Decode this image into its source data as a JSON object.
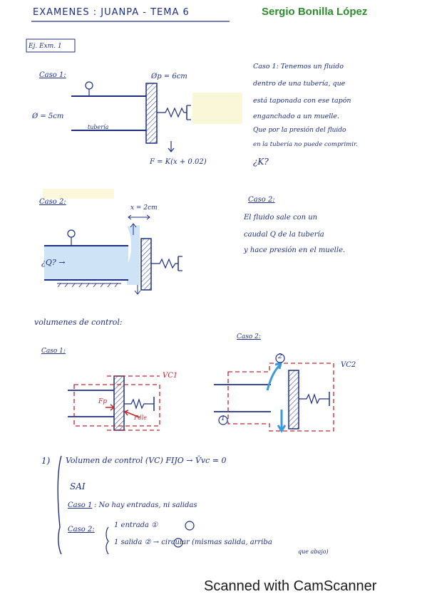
{
  "header": {
    "title": "EXAMENES : JUANPA  -  TEMA 6",
    "author": "Sergio Bonilla López",
    "exercise_tag": "Ej. Exm. 1"
  },
  "caso1": {
    "label": "Caso 1:",
    "diameter_piston": "Øp = 6cm",
    "diameter_pipe": "Ø = 5cm",
    "pipe_label": "tubería",
    "force": "F = K(x + 0.02)",
    "text_lines": [
      "Caso 1:  Tenemos un fluido",
      "dentro de una tubería, que",
      "está taponada con ese tapón",
      "enganchado a un muelle.",
      "Que por la presión del fluido",
      "en la tubería no puede comprimir.",
      "¿K?"
    ]
  },
  "caso2": {
    "label": "Caso 2:",
    "displacement": "x = 2cm",
    "flow": "¿Q? →",
    "text_lines": [
      "Caso 2:",
      "El fluido sale con un",
      "caudal Q de la tubería",
      "y hace presión en el muelle."
    ]
  },
  "volumenes": {
    "heading": "volumenes de control:",
    "caso1_label": "Caso 1:",
    "caso2_label": "Caso 2:",
    "vc1": "VC1",
    "vc2": "VC2",
    "fp": "Fp",
    "fdle": "Fdle",
    "marker_1": "1",
    "marker_2": "2"
  },
  "notes": {
    "item_number": "1)",
    "line1": "Volumen de control (VC) FIJO  →  V̄vc = 0",
    "line2": "SAI",
    "line3_label": "Caso 1",
    "line3_text": ": No hay entradas, ni salidas",
    "line4_label": "Caso 2:",
    "line4_a": "1 entrada ①",
    "line4_b": "1 salida ②  →  circular (mismas salida, arriba",
    "line4_c": "que abajo)"
  },
  "footer": {
    "scanner": "Scanned with CamScanner"
  },
  "colors": {
    "ink": "#1c2e86",
    "red_ink": "#c0262d",
    "water": "#cfe3f7",
    "author_green": "#2e8b2e",
    "highlight": "#f6f0b8"
  }
}
